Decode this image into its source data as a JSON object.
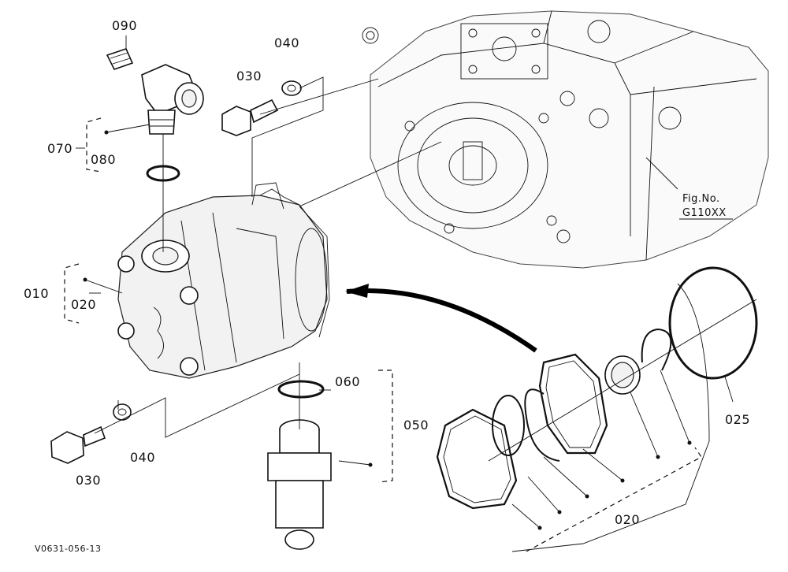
{
  "labels": {
    "p090": "090",
    "p040a": "040",
    "p030a": "030",
    "p070": "070",
    "p080": "080",
    "p010": "010",
    "p020a": "020",
    "p060": "060",
    "p050": "050",
    "p030b": "030",
    "p040b": "040",
    "p025": "025",
    "p020b": "020"
  },
  "fig_ref": {
    "line1": "Fig.No.",
    "line2": "G110XX"
  },
  "drawing_code": "V0631-056-13"
}
